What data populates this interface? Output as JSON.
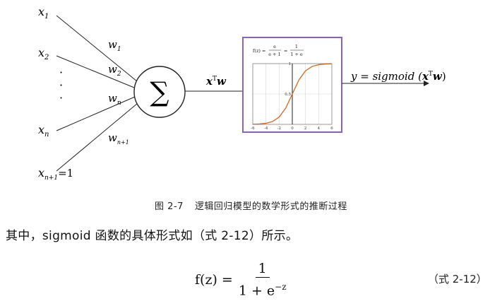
{
  "figure": {
    "inputs": [
      {
        "base": "x",
        "sub": "1"
      },
      {
        "base": "x",
        "sub": "2"
      },
      {
        "base": "x",
        "sub": "n"
      },
      {
        "base": "x",
        "sub": "n+1",
        "suffix": "=1"
      }
    ],
    "weights": [
      {
        "base": "w",
        "sub": "1"
      },
      {
        "base": "w",
        "sub": "2"
      },
      {
        "base": "w",
        "sub": "n"
      },
      {
        "base": "w",
        "sub": "n+1"
      }
    ],
    "ellipsis": "·",
    "sum_symbol": "∑",
    "product_label": {
      "x": "x",
      "sup": "T",
      "w": "w"
    },
    "output_label": {
      "prefix": "y = sigmoid (",
      "x": "x",
      "sup": "T",
      "w": "w",
      "suffix": ")"
    },
    "inset": {
      "formula_lhs": "f(z) =",
      "formula_mid_num": "e",
      "formula_mid_den": "e + 1",
      "formula_eq": "=",
      "formula_right_num": "1",
      "formula_right_den": "1 + e",
      "y_tick_top": "1",
      "y_tick_mid": "0.5",
      "x_ticks": [
        "-6",
        "-4",
        "-2",
        "0",
        "2",
        "4",
        "6"
      ]
    }
  },
  "caption": {
    "number": "图 2-7",
    "text": "逻辑回归模型的数学形式的推断过程"
  },
  "paragraph": "其中，sigmoid 函数的具体形式如（式 2-12）所示。",
  "formula": {
    "lhs": "f(z) =",
    "numerator": "1",
    "denominator": "1 + e",
    "exponent": "−z"
  },
  "equation_number": "（式 2-12）",
  "chart_data": {
    "type": "line",
    "x": [
      -6,
      -5,
      -4,
      -3,
      -2,
      -1,
      0,
      1,
      2,
      3,
      4,
      5,
      6
    ],
    "y": [
      0.0025,
      0.0067,
      0.018,
      0.047,
      0.119,
      0.269,
      0.5,
      0.731,
      0.881,
      0.953,
      0.982,
      0.9933,
      0.9975
    ],
    "xlim": [
      -6,
      6
    ],
    "ylim": [
      0,
      1
    ],
    "x_ticks": [
      -6,
      -4,
      -2,
      0,
      2,
      4,
      6
    ],
    "grid": true,
    "colors": {
      "curve": "#d2691e",
      "frame": "#8a63b8"
    }
  }
}
